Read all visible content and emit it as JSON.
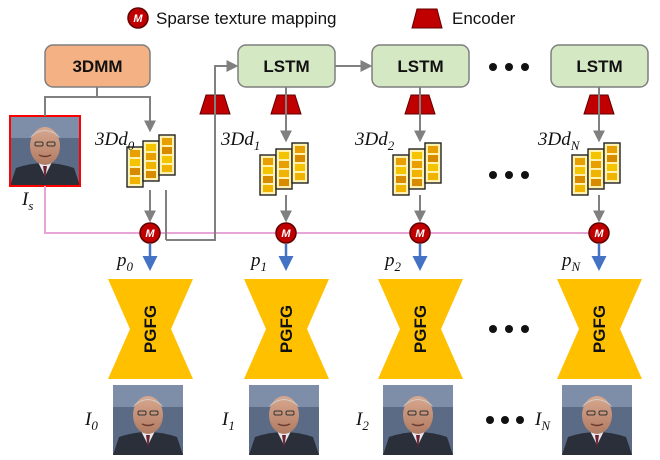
{
  "legend": {
    "mapping_icon_letter": "M",
    "mapping_label": "Sparse texture mapping",
    "encoder_label": "Encoder"
  },
  "blocks": {
    "morphable_model": "3DMM",
    "lstm_label": "LSTM",
    "generator_label": "PGFG",
    "mapping_letter": "M"
  },
  "math": {
    "source_image": {
      "base": "I",
      "sub": "s"
    },
    "params": [
      {
        "base": "3Dd",
        "sub": "0"
      },
      {
        "base": "3Dd",
        "sub": "1"
      },
      {
        "base": "3Dd",
        "sub": "2"
      },
      {
        "base": "3Dd",
        "sub": "N"
      }
    ],
    "poses": [
      {
        "base": "p",
        "sub": "0"
      },
      {
        "base": "p",
        "sub": "1"
      },
      {
        "base": "p",
        "sub": "2"
      },
      {
        "base": "p",
        "sub": "N"
      }
    ],
    "outputs": [
      {
        "base": "I",
        "sub": "0"
      },
      {
        "base": "I",
        "sub": "1"
      },
      {
        "base": "I",
        "sub": "2"
      },
      {
        "base": "I",
        "sub": "N"
      }
    ]
  },
  "colors": {
    "morphable_fill": "#f4b183",
    "lstm_fill": "#d5e8c4",
    "generator_fill": "#ffc000",
    "encoder_fill": "#c00000",
    "mapping_fill": "#c00000",
    "texture_line": "#e8a6d8",
    "pose_arrow": "#4472c4",
    "flow_arrow": "#808080",
    "source_frame": "#ff0000"
  },
  "icons": [
    "face-photo-icon",
    "texture-stack-icon",
    "encoder-trapezoid-icon",
    "mapping-circle-icon",
    "ellipsis-dots-icon"
  ]
}
